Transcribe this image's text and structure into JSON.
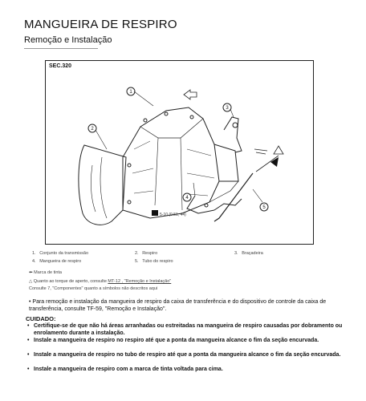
{
  "header": {
    "title": "MANGUEIRA DE RESPIRO",
    "subtitle": "Remoção e Instalação"
  },
  "figure": {
    "section_ref": "SEC.320",
    "callouts": [
      "1",
      "2",
      "3",
      "4",
      "5"
    ],
    "part_code": "5-10 (0.51, 44)"
  },
  "legend": {
    "items": [
      {
        "num": "1.",
        "label": "Conjunto da transmissão"
      },
      {
        "num": "2.",
        "label": "Respiro"
      },
      {
        "num": "3.",
        "label": "Braçadeira"
      },
      {
        "num": "4.",
        "label": "Mangueira de respiro"
      },
      {
        "num": "5.",
        "label": "Tubo do respiro"
      }
    ],
    "marca": "Marca de tinta",
    "torque_text": "Quanto ao torque de aperto, consulte",
    "torque_link": "MT-12 , \"Remoção e Instalação\"",
    "consulta": "Consulte  7, \"Componentes\" quanto a símbolos não descritos aqui"
  },
  "body": {
    "paragraph": "Para remoção e instalação da mangueira de respiro da caixa de transferência e do dispositivo de controle da caixa de transferência, consulte TF-59, \"Remoção e Instalação\".",
    "caution_heading": "CUIDADO:",
    "bullets": [
      "Certifique-se de que não há áreas arranhadas ou estreitadas na mangueira de respiro causadas por dobramento ou enrolamento durante a instalação.",
      "Instale a mangueira de respiro no respiro até que a ponta da mangueira alcance o fim da seção encurvada.",
      "Instale a mangueira de respiro no tubo de respiro até que a ponta da mangueira alcance o fim da seção encurvada.",
      "Instale a mangueira de respiro com a marca de tinta voltada para cima."
    ]
  }
}
